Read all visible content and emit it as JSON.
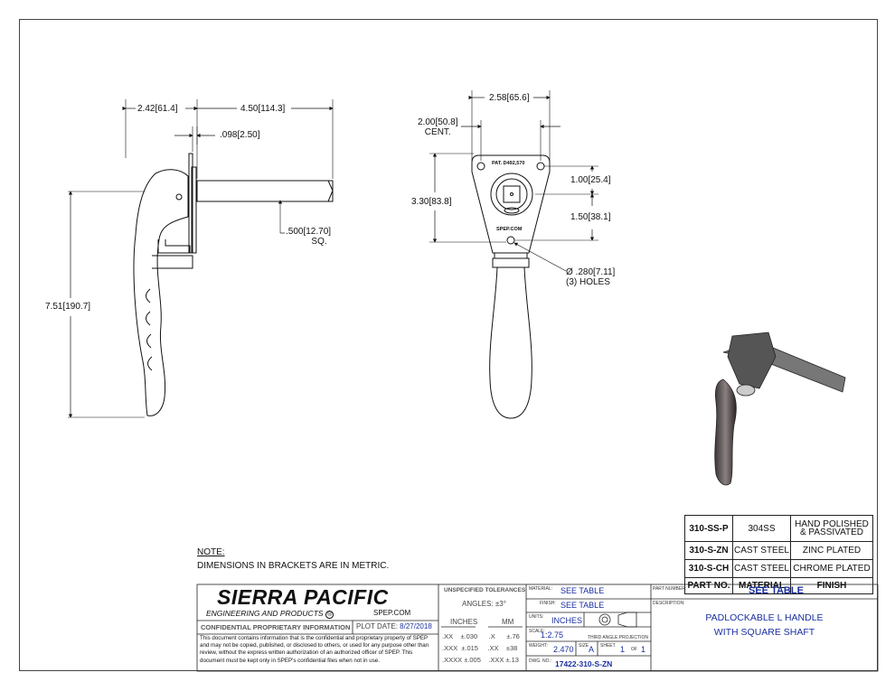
{
  "dimensions": {
    "side_left_width": "2.42",
    "side_left_width_mm": "61.4",
    "side_shaft_length": "4.50",
    "side_shaft_length_mm": "114.3",
    "side_plate_thickness": ".098",
    "side_plate_thickness_mm": "2.50",
    "side_shaft_sq": ".500",
    "side_shaft_sq_mm": "12.70",
    "side_shaft_sq_label": "SQ.",
    "side_height": "7.51",
    "side_height_mm": "190.7",
    "front_width": "2.58",
    "front_width_mm": "65.6",
    "front_cent": "2.00",
    "front_cent_mm": "50.8",
    "front_cent_label": "CENT.",
    "front_upper": "1.00",
    "front_upper_mm": "25.4",
    "front_lower": "1.50",
    "front_lower_mm": "38.1",
    "front_total": "3.30",
    "front_total_mm": "83.8",
    "hole_dia": "Ø .280",
    "hole_dia_mm": "7.11",
    "hole_count": "(3) HOLES",
    "patent_mark": "PAT. D492,570",
    "web_mark": "SPEP.COM"
  },
  "note": {
    "heading": "NOTE:",
    "text": "DIMENSIONS IN BRACKETS ARE IN METRIC."
  },
  "parts_table": {
    "headers": [
      "PART NO.",
      "MATERIAL",
      "FINISH"
    ],
    "rows": [
      {
        "part": "310-SS-P",
        "material": "304SS",
        "finish_line1": "HAND POLISHED",
        "finish_line2": "& PASSIVATED"
      },
      {
        "part": "310-S-ZN",
        "material": "CAST STEEL",
        "finish_line1": "ZINC PLATED",
        "finish_line2": ""
      },
      {
        "part": "310-S-CH",
        "material": "CAST STEEL",
        "finish_line1": "CHROME PLATED",
        "finish_line2": ""
      }
    ]
  },
  "title_block": {
    "company": "SIERRA PACIFIC",
    "company_sub": "ENGINEERING AND PRODUCTS",
    "company_web": "SPEP.COM",
    "confidential_label": "CONFIDENTIAL PROPRIETARY INFORMATION",
    "plot_date_label": "PLOT DATE:",
    "plot_date": "8/27/2018",
    "confidential_text": "This document contains information that is the confidential and proprietary property of SPEP and may not be copied, published, or disclosed to others, or used for any purpose other than review, without the express written authorization of an authorized officer of SPEP. This document must be kept only in SPEP's confidential files when not in use.",
    "tol_title": "UNSPECIFIED TOLERANCES",
    "tol_angles": "ANGLES: ±3°",
    "tol_inches": "INCHES",
    "tol_mm": "MM",
    "tol_rows": [
      {
        "in_k": ".XX",
        "in_v": "±.030",
        "mm_k": ".X",
        "mm_v": "±.76"
      },
      {
        "in_k": ".XXX",
        "in_v": "±.015",
        "mm_k": ".XX",
        "mm_v": "±38"
      },
      {
        "in_k": ".XXXX",
        "in_v": "±.005",
        "mm_k": ".XXX",
        "mm_v": "±.13"
      }
    ],
    "material_label": "MATERIAL:",
    "material": "SEE TABLE",
    "finish_label": "FINISH:",
    "finish": "SEE TABLE",
    "units_label": "UNITS:",
    "units": "INCHES",
    "projection_label": "THIRD ANGLE PROJECTION",
    "scale_label": "SCALE:",
    "scale": "1:2.75",
    "weight_label": "WEIGHT:",
    "weight": "2.470",
    "size_label": "SIZE",
    "size": "A",
    "sheet_label": "SHEET",
    "sheet": "1",
    "of_label": "OF",
    "sheet_total": "1",
    "dwg_label": "DWG. NO.:",
    "dwg_no": "17422-310-S-ZN",
    "part_number_label": "PART NUMBER:",
    "part_number": "SEE TABLE",
    "description_label": "DESCRIPTION:",
    "description_line1": "PADLOCKABLE L HANDLE",
    "description_line2": "WITH SQUARE SHAFT"
  },
  "colors": {
    "accent_blue": "#1a2fa0",
    "line": "#111111"
  }
}
